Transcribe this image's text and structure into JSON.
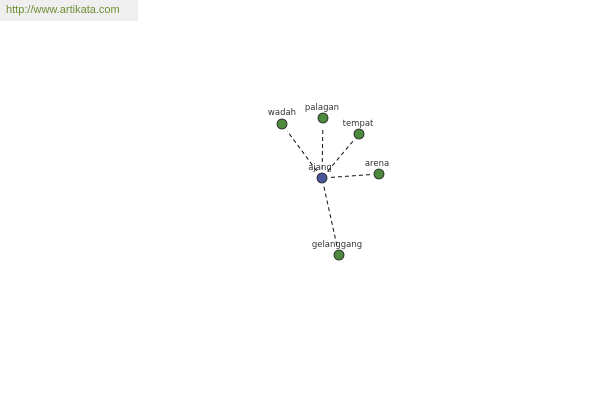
{
  "header": {
    "url": "http://www.artikata.com",
    "background_color": "#efefef",
    "text_color": "#6e8f34"
  },
  "graph": {
    "center": {
      "id": "ajang",
      "label": "ajang",
      "color": "#4a5699"
    },
    "neighbor_color": "#4e8a3e",
    "neighbors": [
      {
        "id": "wadah",
        "label": "wadah"
      },
      {
        "id": "palagan",
        "label": "palagan"
      },
      {
        "id": "tempat",
        "label": "tempat"
      },
      {
        "id": "arena",
        "label": "arena"
      },
      {
        "id": "gelanggang",
        "label": "gelanggang"
      }
    ]
  }
}
